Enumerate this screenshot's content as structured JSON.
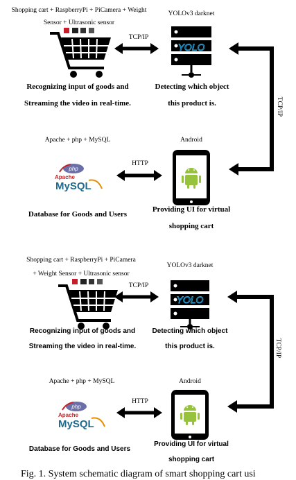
{
  "panels": [
    {
      "cart_caption": "Shopping cart + RaspberryPi + PiCamera + Weight Sensor + Ultrasonic sensor",
      "yolo_caption": "YOLOv3 darknet",
      "cart_arrow_label": "TCP/IP",
      "server_arrow_label": "TCP/IP",
      "db_arrow_label": "HTTP",
      "db_caption": "Apache + php + MySQL",
      "android_caption": "Android",
      "cart_desc": "Recognizing input of goods and Streaming the video in real-time.",
      "yolo_desc": "Detecting which object this product is.",
      "db_desc": "Database for Goods and Users",
      "android_desc": "Providing UI for virtual shopping cart"
    },
    {
      "cart_caption": "Shopping cart + RaspberryPi + PiCamera + Weight Sensor + Ultrasonic sensor",
      "yolo_caption": "YOLOv3 darknet",
      "cart_arrow_label": "TCP/IP",
      "server_arrow_label": "TCP/IP",
      "db_arrow_label": "HTTP",
      "db_caption": "Apache + php + MySQL",
      "android_caption": "Android",
      "cart_desc": "Recognizing input of goods and Streaming the video in real-time.",
      "yolo_desc": "Detecting which object this product is.",
      "db_desc": "Database for Goods and Users",
      "android_desc": "Providing UI for virtual shopping cart"
    }
  ],
  "logo": {
    "php_text": "php",
    "apache_text": "Apache",
    "mysql_text": "MySQL",
    "yolo_text": "YOLO"
  },
  "figure_caption": "Fig. 1. System schematic diagram of smart shopping cart usi",
  "colors": {
    "php_purple": "#6b6fa8",
    "apache_red": "#c0272d",
    "mysql_blue": "#1e6b8f",
    "mysql_orange": "#e48e00",
    "android_green": "#97c23c"
  }
}
